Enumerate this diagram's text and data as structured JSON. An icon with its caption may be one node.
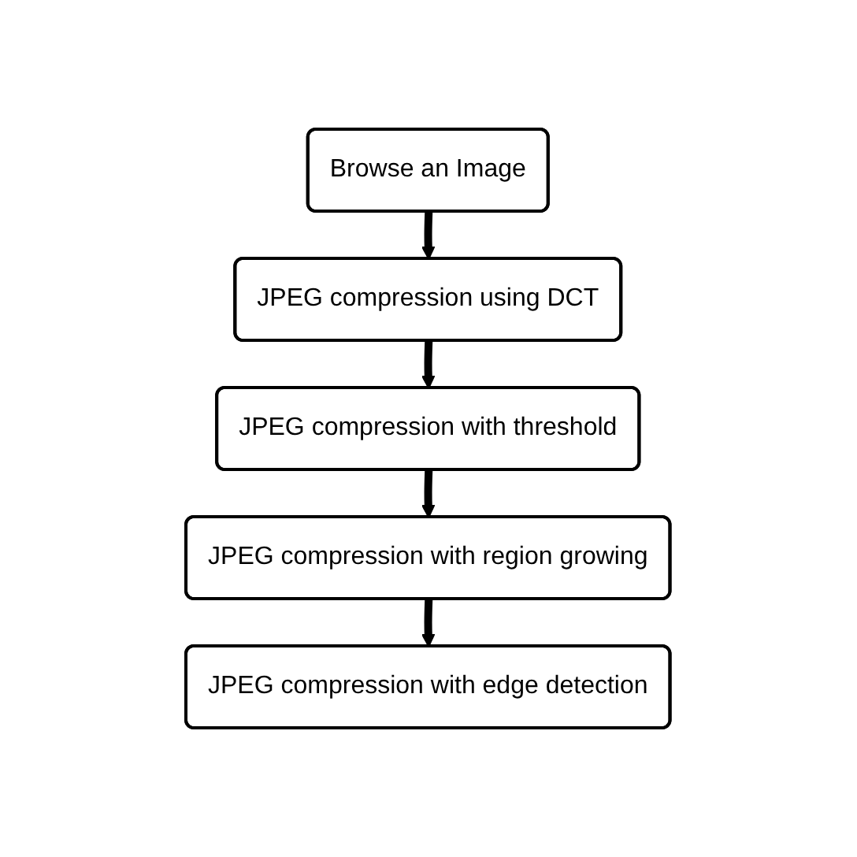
{
  "diagram": {
    "nodes": [
      {
        "text": [
          "Browse an Image"
        ]
      },
      {
        "text": [
          "JPEG compression using DCT"
        ]
      },
      {
        "text": [
          "JPEG compression with threshold"
        ]
      },
      {
        "text": [
          "JPEG compression with region growing"
        ]
      },
      {
        "text": [
          "JPEG compression with edge detection"
        ]
      }
    ],
    "edges": [
      {
        "from": 0,
        "to": 1,
        "arrow": "to"
      },
      {
        "from": 1,
        "to": 2,
        "arrow": "to"
      },
      {
        "from": 2,
        "to": 3,
        "arrow": "to"
      },
      {
        "from": 3,
        "to": 4,
        "arrow": "to"
      }
    ]
  }
}
